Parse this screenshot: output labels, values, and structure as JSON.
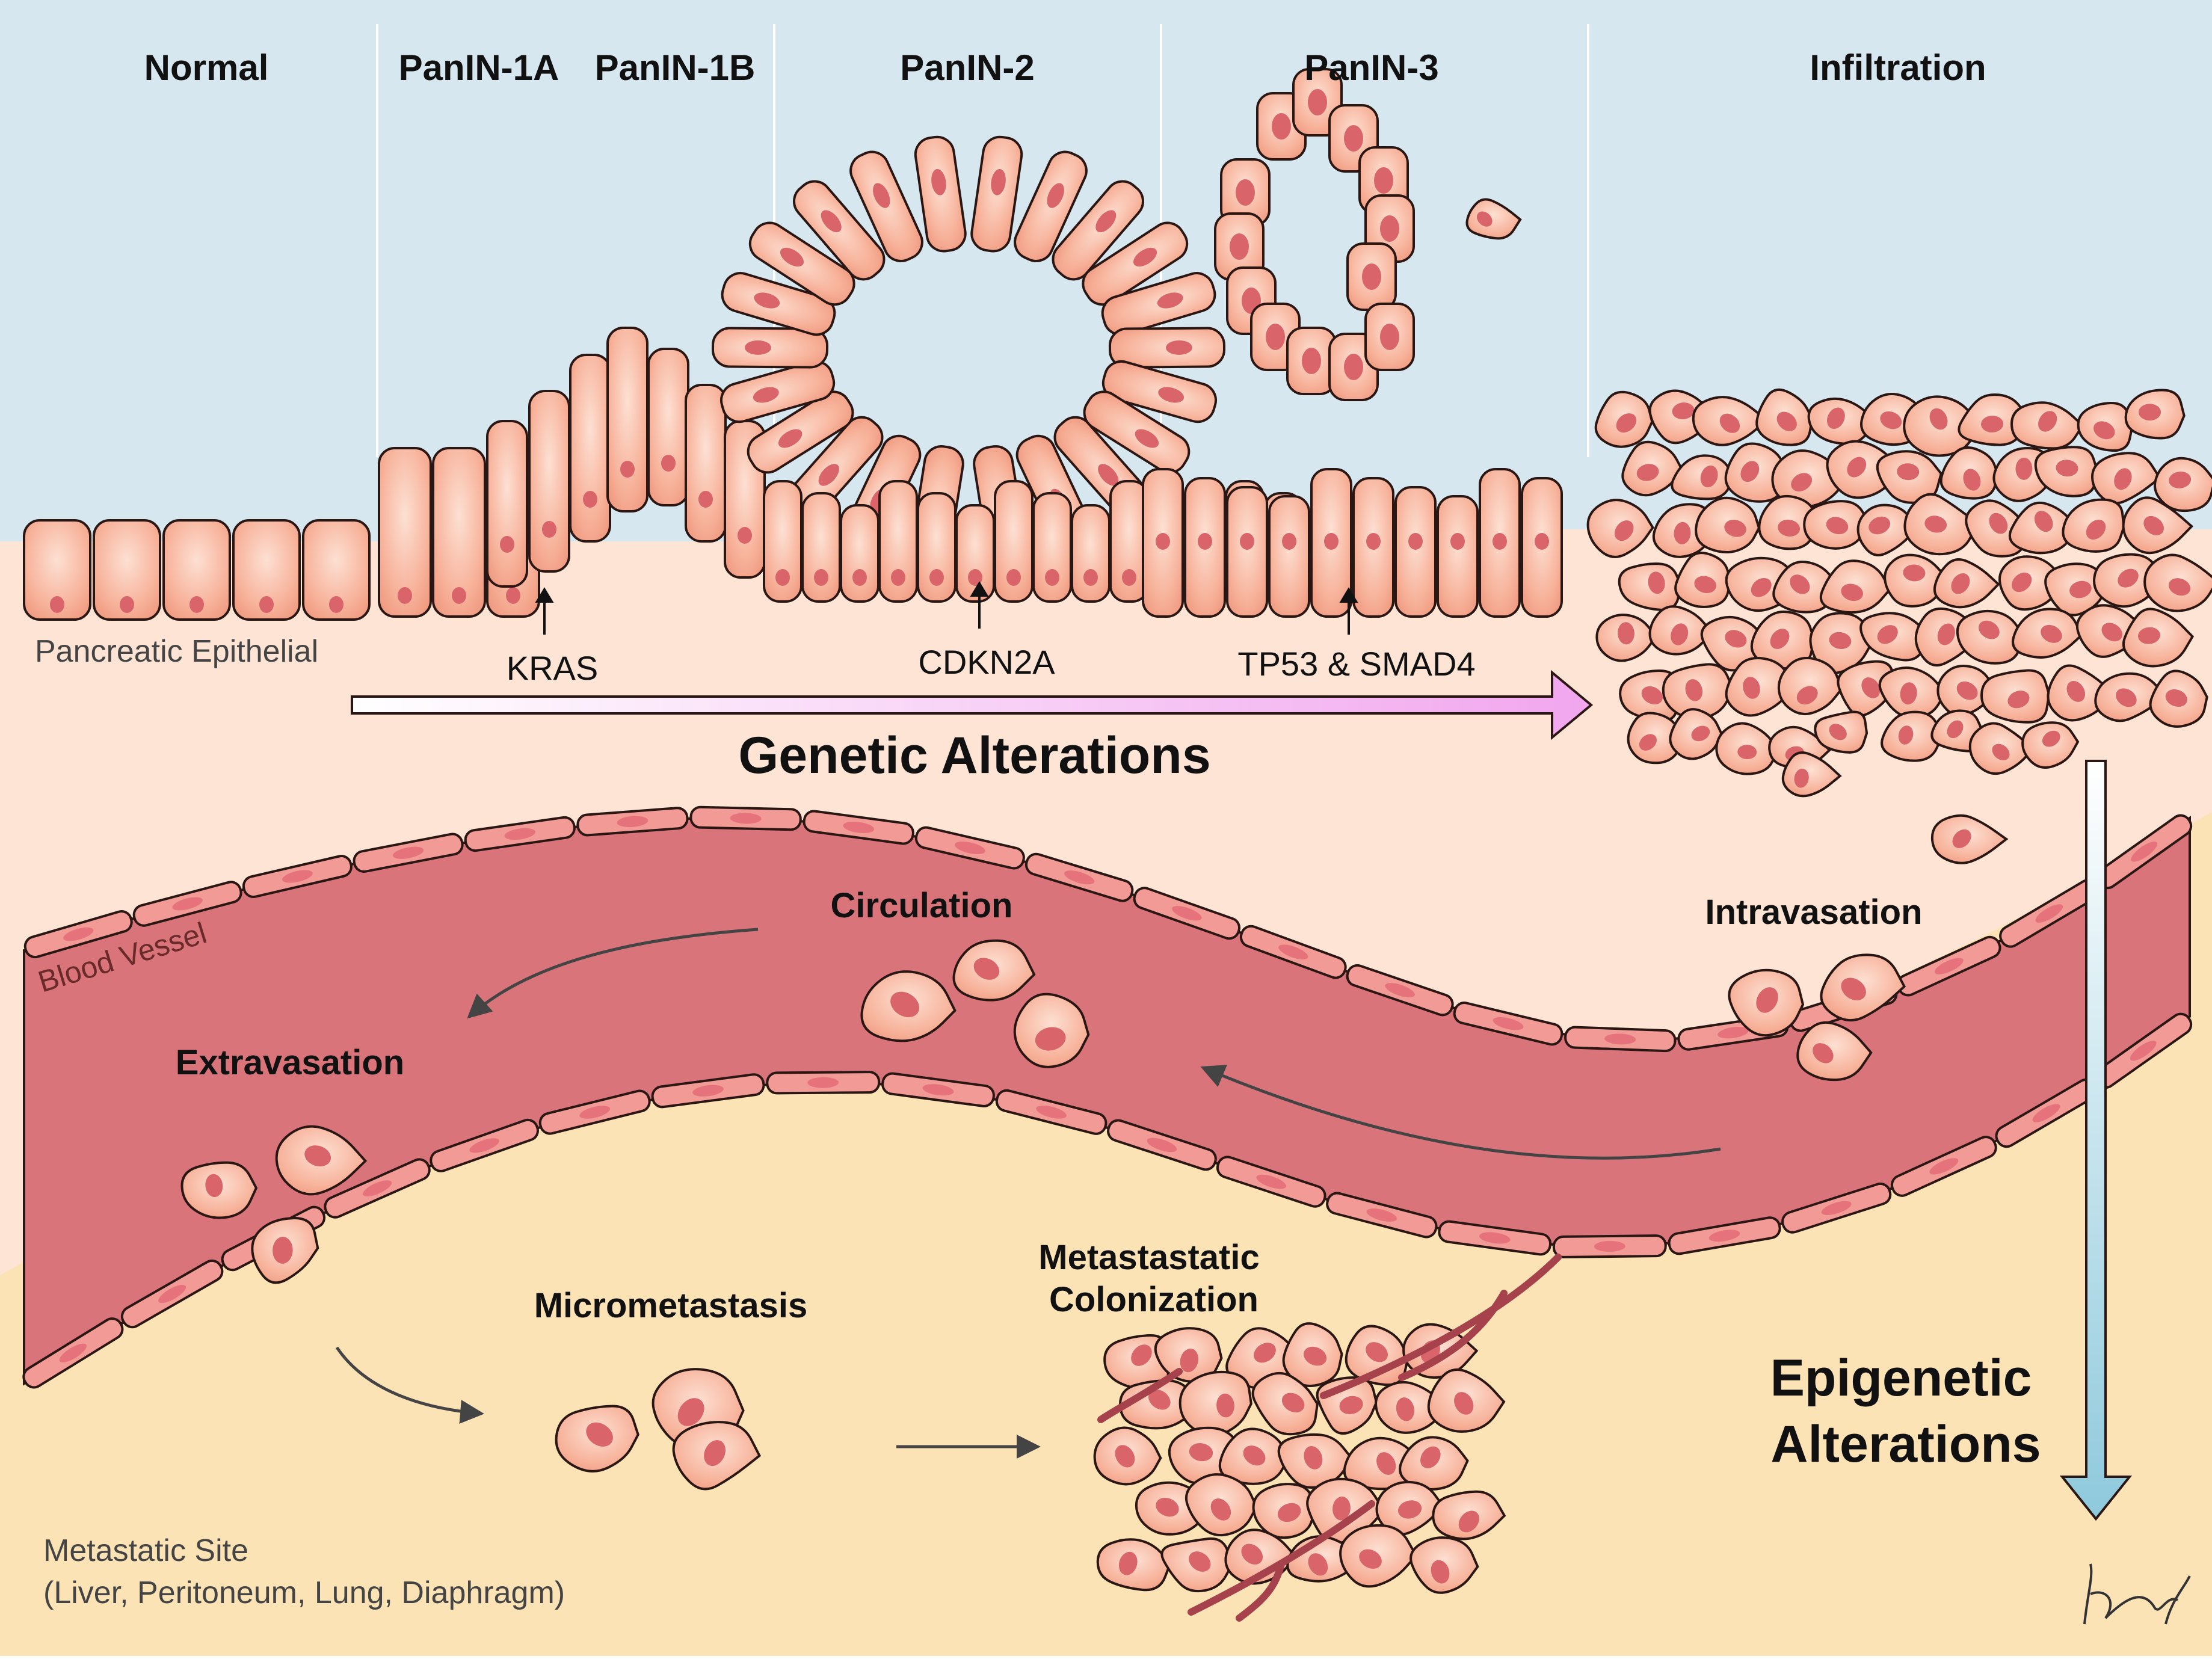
{
  "colors": {
    "lumen": "#d6e7ef",
    "stroma": "#fde4d4",
    "metastatic_site": "#fce3b6",
    "cell_fill": "#f7b199",
    "cell_stroke": "#2a1612",
    "nucleus": "#d9656b",
    "vessel_wall": "#f29a96",
    "vessel_lumen": "#d9747a",
    "genetic_arrow": "#f1a6ee",
    "epigenetic_arrow": "#8ec9dc"
  },
  "stages": [
    {
      "label": "Normal"
    },
    {
      "label": "PanIN-1A"
    },
    {
      "label": "PanIN-1B"
    },
    {
      "label": "PanIN-2"
    },
    {
      "label": "PanIN-3"
    },
    {
      "label": "Infiltration"
    }
  ],
  "genes": [
    {
      "label": "KRAS"
    },
    {
      "label": "CDKN2A"
    },
    {
      "label": "TP53 & SMAD4"
    }
  ],
  "regions": {
    "epithelial": "Pancreatic Epithelial",
    "vessel": "Blood Vessel",
    "site_line1": "Metastatic Site",
    "site_line2": "(Liver, Peritoneum, Lung, Diaphragm)"
  },
  "arrows": {
    "genetic": "Genetic Alterations",
    "epigenetic_line1": "Epigenetic",
    "epigenetic_line2": "Alterations"
  },
  "steps": {
    "intravasation": "Intravasation",
    "circulation": "Circulation",
    "extravasation": "Extravasation",
    "micrometastasis": "Micrometastasis",
    "colonization_line1": "Metastastatic",
    "colonization_line2": "Colonization"
  }
}
